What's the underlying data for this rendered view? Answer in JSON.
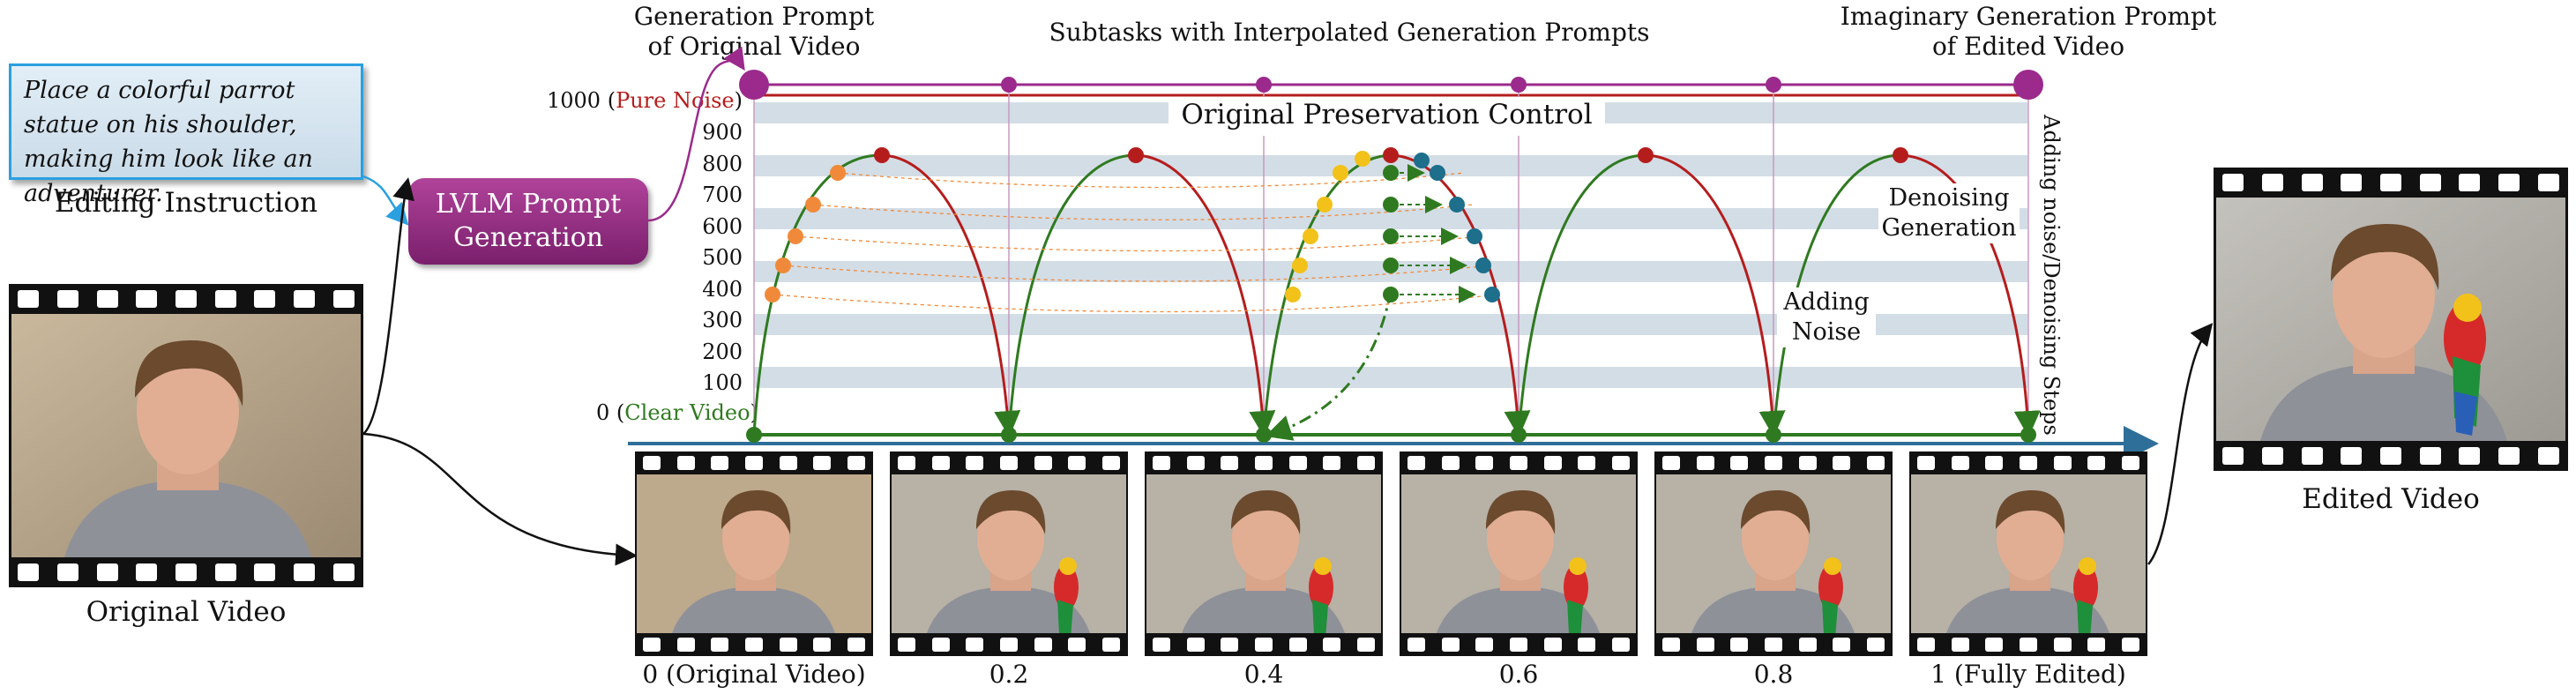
{
  "instruction": {
    "text": "Place a colorful parrot statue on his shoulder, making him look like an adventurer.",
    "caption": "Editing Instruction"
  },
  "lvlm_box": {
    "label": "LVLM Prompt\nGeneration"
  },
  "original_video": {
    "caption": "Original Video"
  },
  "edited_video": {
    "caption": "Edited Video"
  },
  "top_labels": {
    "left": "Generation Prompt\nof Original Video",
    "middle": "Subtasks with Interpolated Generation Prompts",
    "right": "Imaginary Generation Prompt\nof Edited Video"
  },
  "y_axis": {
    "top_value": "1000",
    "top_note": "Pure Noise",
    "bottom_value": "0",
    "bottom_note": "Clear Video",
    "ticks": [
      "900",
      "800",
      "700",
      "600",
      "500",
      "400",
      "300",
      "200",
      "100"
    ],
    "side_label": "Adding noise/Denoising Steps"
  },
  "band_label": "Original Preservation Control",
  "annotations": {
    "denoising": "Denoising\nGeneration",
    "adding": "Adding\nNoise"
  },
  "frame_labels": [
    "0 (Original Video)",
    "0.2",
    "0.4",
    "0.6",
    "0.8",
    "1 (Fully Edited)"
  ],
  "colors": {
    "purple": "#9b2a8c",
    "red": "#b51d1d",
    "green": "#2f7a20",
    "orange": "#f08a3a",
    "yellow": "#f2c21a",
    "teal": "#1d6f8c",
    "axis": "#2e6f9a",
    "stripe": "#d3dde6"
  }
}
